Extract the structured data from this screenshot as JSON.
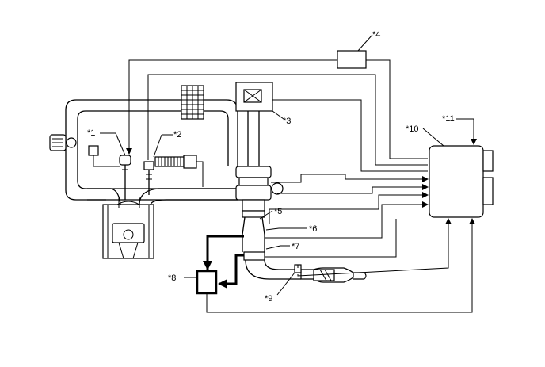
{
  "callouts": {
    "c1": "*1",
    "c2": "*2",
    "c3": "*3",
    "c4": "*4",
    "c5": "*5",
    "c6": "*6",
    "c7": "*7",
    "c8": "*8",
    "c9": "*9",
    "c10": "*10",
    "c11": "*11"
  },
  "colors": {
    "line": "#000000",
    "background": "#ffffff"
  }
}
